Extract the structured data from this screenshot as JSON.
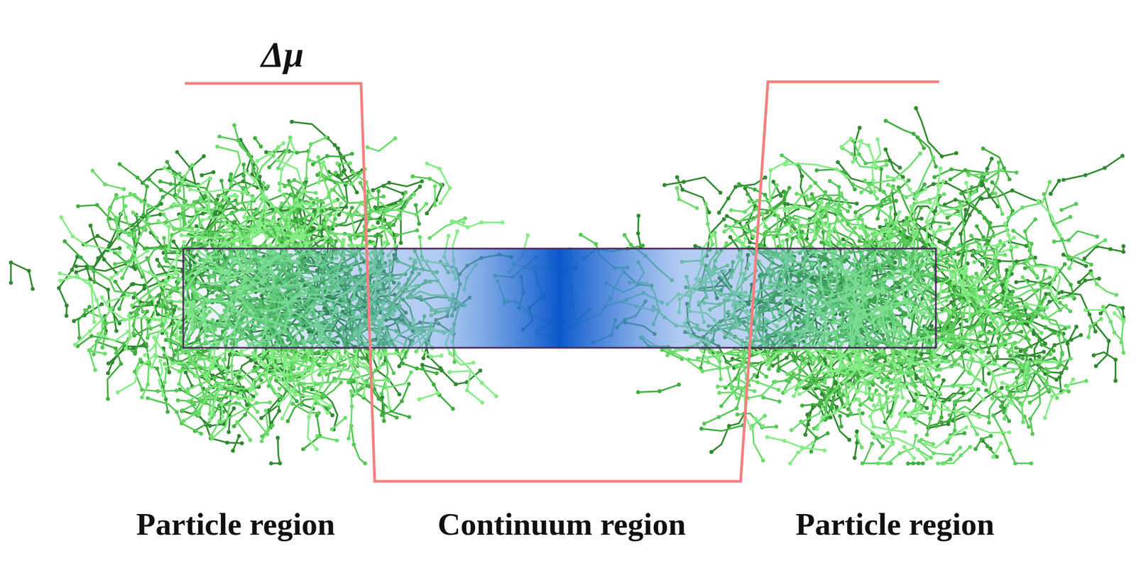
{
  "diagram": {
    "labels": [
      "Δμ",
      "Particle region",
      "Continuum region",
      "Particle region"
    ]
  }
}
